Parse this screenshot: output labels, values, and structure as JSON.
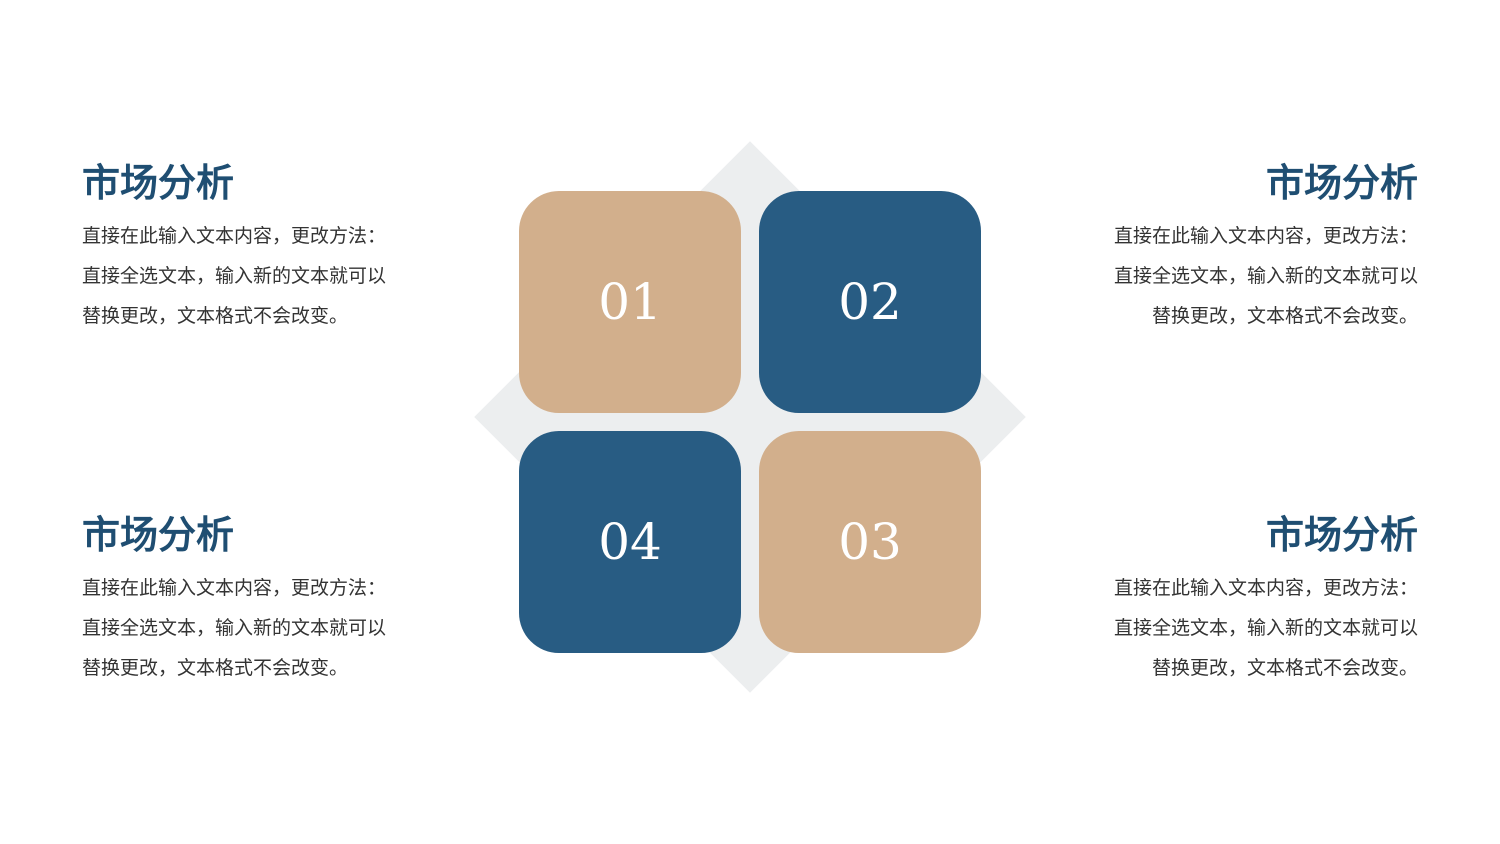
{
  "colors": {
    "navy": "#285c83",
    "tan": "#d2af8c",
    "title": "#1f4e72",
    "body_text": "#333333",
    "diamond": "#eceeef"
  },
  "tiles": [
    {
      "number": "01",
      "color": "#d2af8c"
    },
    {
      "number": "02",
      "color": "#285c83"
    },
    {
      "number": "03",
      "color": "#d2af8c"
    },
    {
      "number": "04",
      "color": "#285c83"
    }
  ],
  "blocks": {
    "top_left": {
      "title": "市场分析",
      "lines": [
        "直接在此输入文本内容，更改方法：",
        "直接全选文本，输入新的文本就可以",
        "替换更改，文本格式不会改变。"
      ]
    },
    "top_right": {
      "title": "市场分析",
      "lines": [
        "直接在此输入文本内容，更改方法：",
        "直接全选文本，输入新的文本就可以",
        "替换更改，文本格式不会改变。"
      ]
    },
    "bottom_left": {
      "title": "市场分析",
      "lines": [
        "直接在此输入文本内容，更改方法：",
        "直接全选文本，输入新的文本就可以",
        "替换更改，文本格式不会改变。"
      ]
    },
    "bottom_right": {
      "title": "市场分析",
      "lines": [
        "直接在此输入文本内容，更改方法：",
        "直接全选文本，输入新的文本就可以",
        "替换更改，文本格式不会改变。"
      ]
    }
  }
}
